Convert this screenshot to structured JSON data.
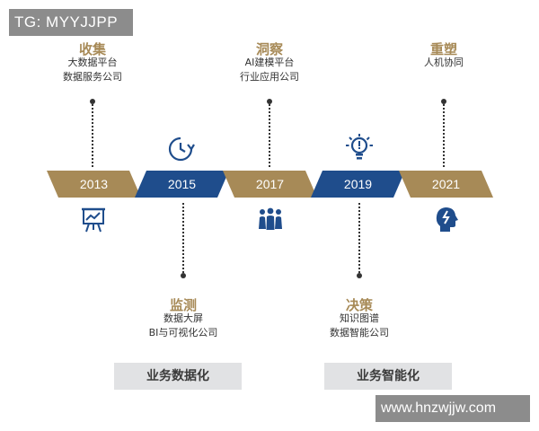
{
  "watermarks": {
    "top_left": "TG: MYYJJPP",
    "bottom_right": "www.hnzwjjw.com"
  },
  "colors": {
    "gold": "#a78a57",
    "blue": "#1f4d8c",
    "text": "#333333",
    "bar": "#e1e2e4"
  },
  "timeline": [
    {
      "year": "2013",
      "color": "gold",
      "icon": "presentation-chart-icon"
    },
    {
      "year": "2015",
      "color": "blue",
      "icon": "clock-refresh-icon"
    },
    {
      "year": "2017",
      "color": "gold",
      "icon": "team-people-icon"
    },
    {
      "year": "2019",
      "color": "blue",
      "icon": "lightbulb-icon"
    },
    {
      "year": "2021",
      "color": "gold",
      "icon": "brain-head-icon"
    }
  ],
  "phases": {
    "collect": {
      "title": "收集",
      "lines": [
        "大数据平台",
        "数据服务公司"
      ]
    },
    "insight": {
      "title": "洞察",
      "lines": [
        "AI建模平台",
        "行业应用公司"
      ]
    },
    "reshape": {
      "title": "重塑",
      "lines": [
        "人机协同"
      ]
    },
    "monitor": {
      "title": "监测",
      "lines": [
        "数据大屏",
        "BI与可视化公司"
      ]
    },
    "decide": {
      "title": "决策",
      "lines": [
        "知识图谱",
        "数据智能公司"
      ]
    }
  },
  "categories": {
    "left": "业务数据化",
    "right": "业务智能化"
  }
}
